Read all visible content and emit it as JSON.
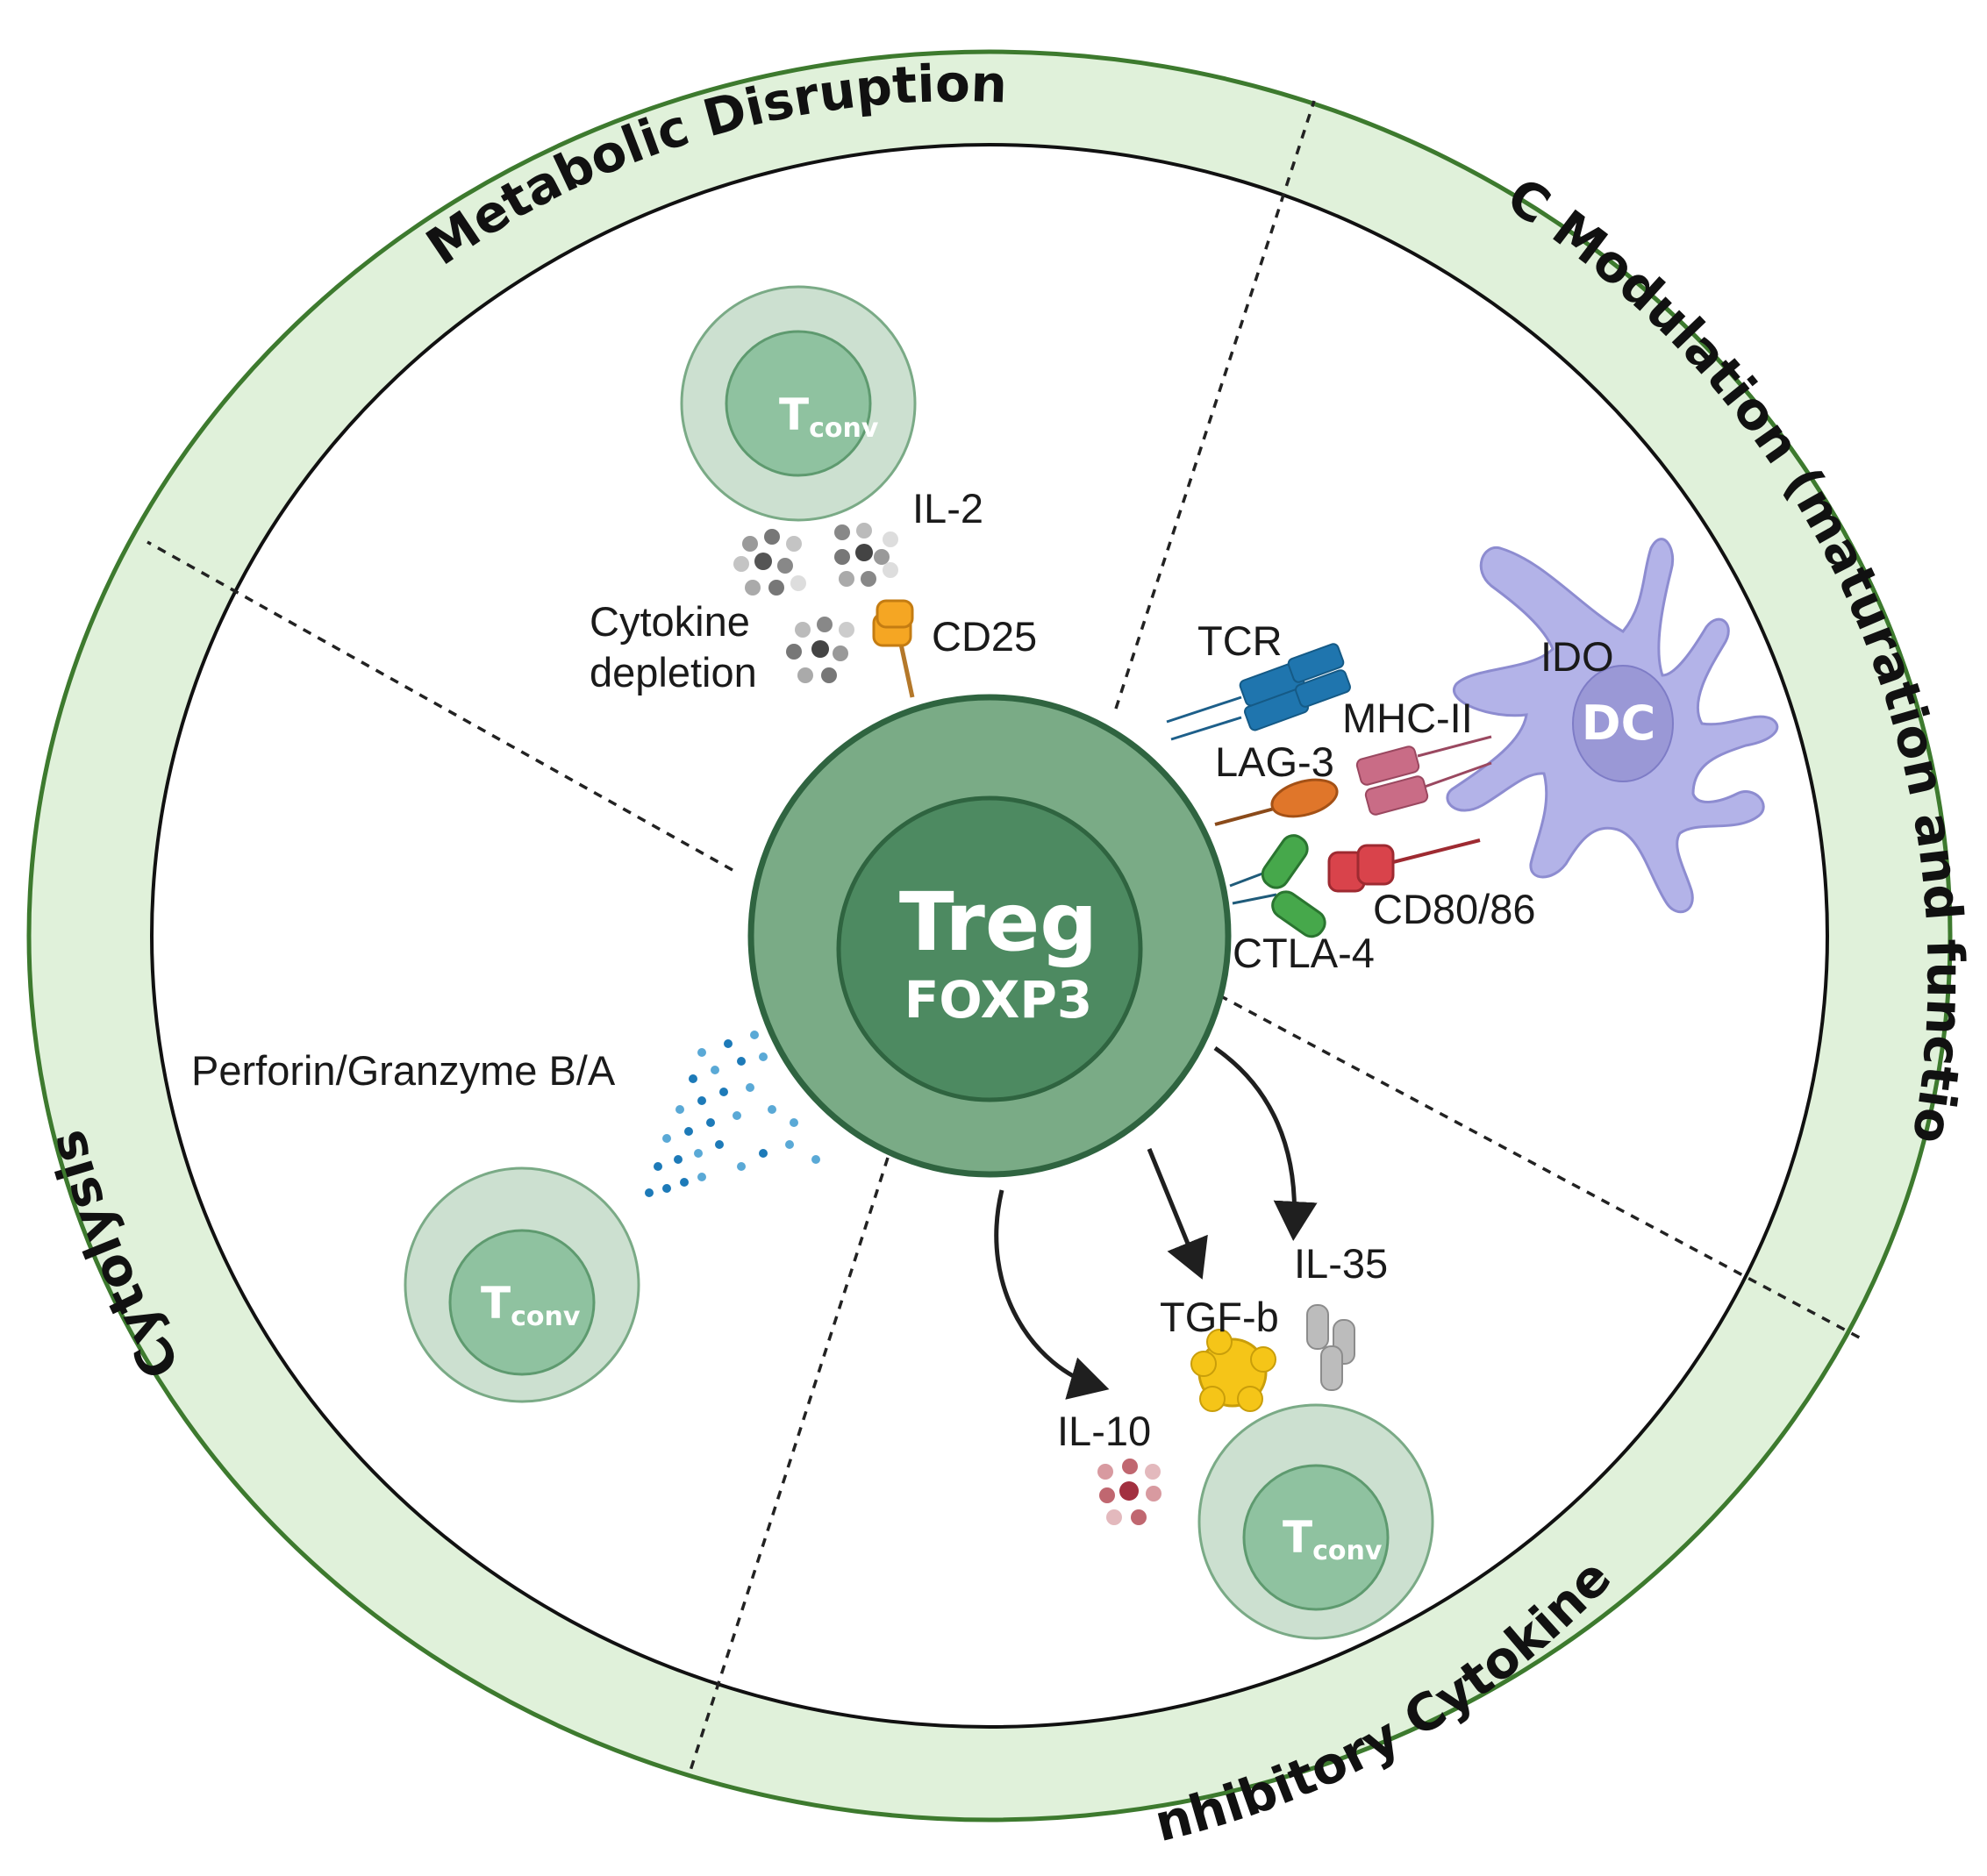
{
  "ring": {
    "metabolic": "Metabolic Disruption",
    "dc_modulation": "DC Modulation (maturation and function)",
    "cytolysis": "Cytolysis",
    "inhibitory": "Inhibitory Cytokines"
  },
  "treg": {
    "name": "Treg",
    "marker": "FOXP3"
  },
  "tconv": {
    "main": "T",
    "sub": "conv"
  },
  "dc": {
    "name": "DC",
    "ido": "IDO"
  },
  "molecules": {
    "il2": "IL-2",
    "cytokine_depletion_1": "Cytokine",
    "cytokine_depletion_2": "depletion",
    "cd25": "CD25",
    "tcr": "TCR",
    "mhc2": "MHC-II",
    "lag3": "LAG-3",
    "cd8086": "CD80/86",
    "ctla4": "CTLA-4",
    "perforin": "Perforin/Granzyme B/A",
    "il35": "IL-35",
    "tgfb": "TGF-b",
    "il10": "IL-10"
  },
  "colors": {
    "ring_fill": "#e0f1da",
    "ring_stroke": "#3d7a2e",
    "treg_outer": "#7aab86",
    "treg_inner": "#4d8a61",
    "tconv_outer": "#cce0d0",
    "tconv_inner": "#8fc2a0",
    "dc_body": "#b3b3e8",
    "dc_nucleus": "#9a98d6"
  }
}
